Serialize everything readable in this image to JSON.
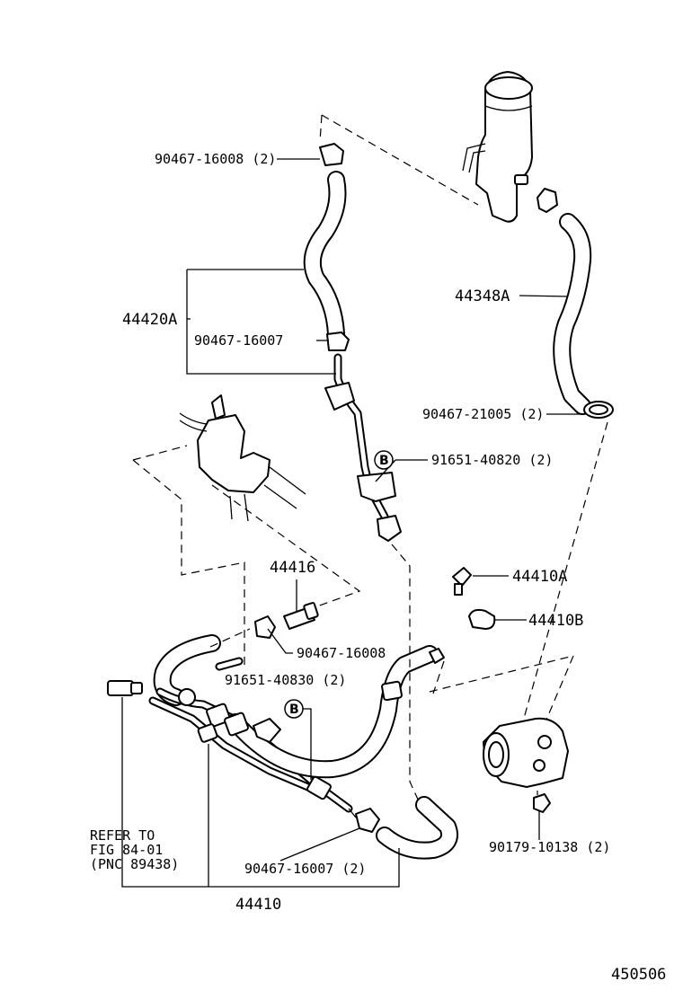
{
  "labels": {
    "clamp_top": "90467-16008 (2)",
    "hose_group": "44420A",
    "clamp_mid": "90467-16007",
    "reservoir_hose": "44348A",
    "clamp_reservoir": "90467-21005 (2)",
    "bolt_b_upper": "91651-40820 (2)",
    "switch": "44416",
    "union_a": "44410A",
    "union_b": "44410B",
    "clamp_lower_single": "90467-16008",
    "bolt_b_lower": "91651-40830 (2)",
    "refer_line1": "REFER TO",
    "refer_line2": "FIG 84-01",
    "refer_line3": "(PNC 89438)",
    "clamp_bottom": "90467-16007 (2)",
    "pressure_tube": "44410",
    "pump_nut": "90179-10138 (2)",
    "figure_no": "450506"
  },
  "callout_marks": {
    "b_upper": "B",
    "b_lower": "B"
  }
}
